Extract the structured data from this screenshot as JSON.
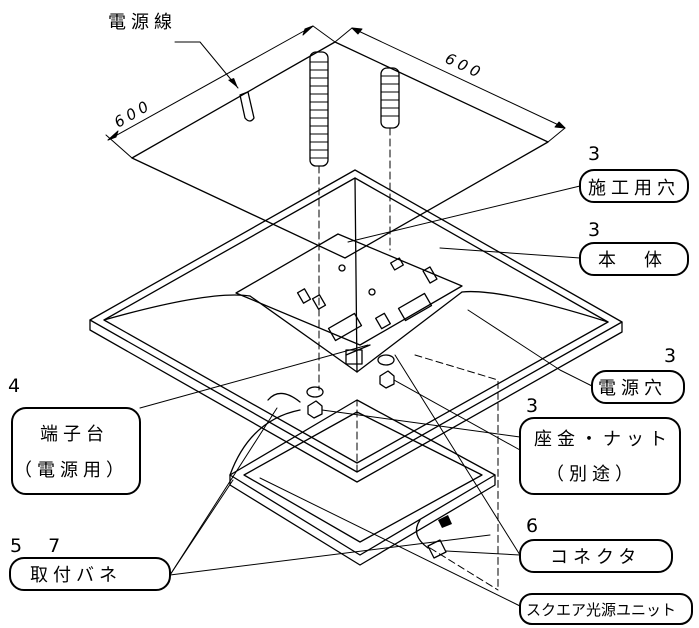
{
  "labels": {
    "power_cable": "電源線",
    "dim_left": "600",
    "dim_right": "600",
    "construction_hole": "施工用穴",
    "construction_hole_num": "3",
    "main_body": "本　体",
    "main_body_num": "3",
    "power_hole": "電源穴",
    "power_hole_num": "3",
    "terminal_block_line1": "端子台",
    "terminal_block_line2": "（電源用）",
    "terminal_block_num": "4",
    "washer_nut_line1": "座金・ナット",
    "washer_nut_line2": "（別途）",
    "washer_nut_num": "3",
    "connector": "コネクタ",
    "connector_num": "6",
    "spring": "取付バネ",
    "spring_num": "5 7",
    "square_unit": "スクエア光源ユニット"
  },
  "colors": {
    "ink": "#000000",
    "paper": "#ffffff"
  }
}
